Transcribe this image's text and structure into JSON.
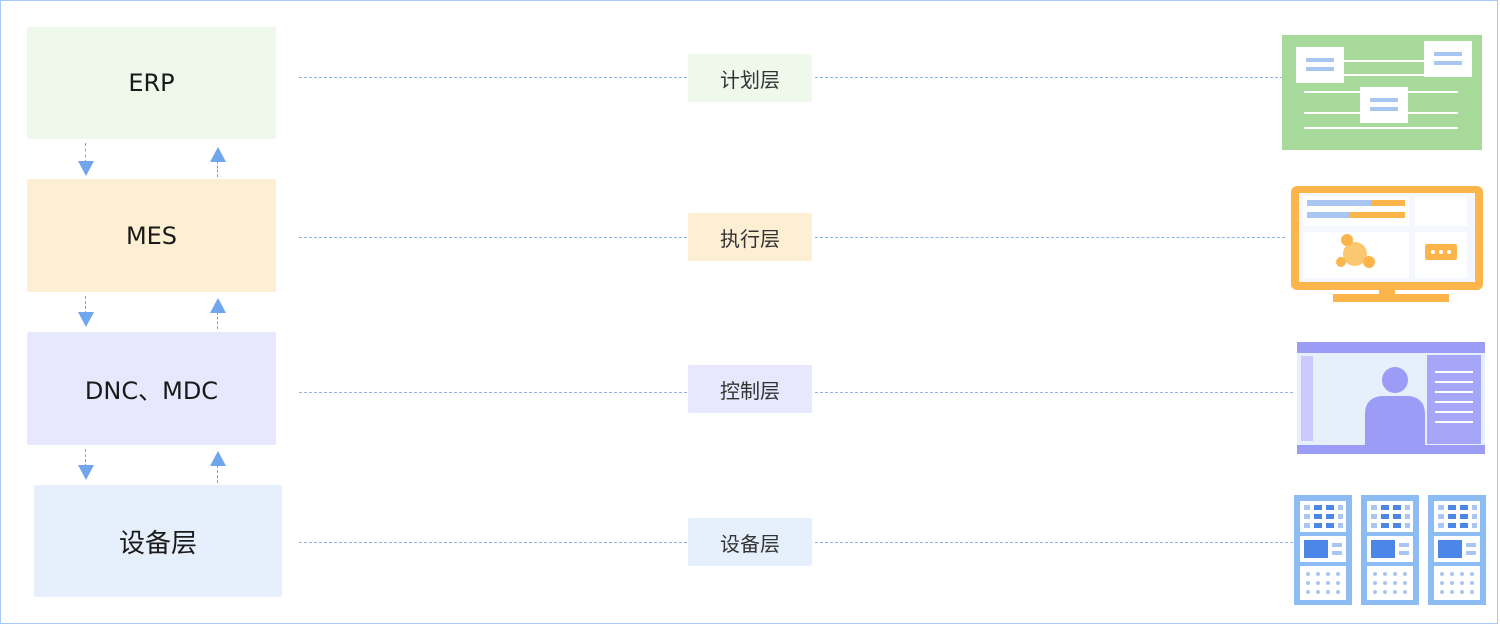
{
  "systems": [
    {
      "label": "ERP",
      "color": "#eef8eb"
    },
    {
      "label": "MES",
      "color": "#fdefd3"
    },
    {
      "label": "DNC、MDC",
      "color": "#e7e7fd"
    },
    {
      "label": "设备层",
      "color": "#e6f0fd"
    }
  ],
  "layers": [
    {
      "label": "计划层",
      "color": "#eef8eb"
    },
    {
      "label": "执行层",
      "color": "#fdefd3"
    },
    {
      "label": "控制层",
      "color": "#e7e7fd"
    },
    {
      "label": "设备层",
      "color": "#e6f0fd"
    }
  ],
  "icons": [
    {
      "name": "planning-board-icon",
      "color": "#a7d99b"
    },
    {
      "name": "monitor-dashboard-icon",
      "color": "#fbb54a"
    },
    {
      "name": "operator-screen-icon",
      "color": "#9b9cf6"
    },
    {
      "name": "server-racks-icon",
      "color": "#8dbcf5"
    }
  ],
  "arrow_color": "#6fa6ee"
}
